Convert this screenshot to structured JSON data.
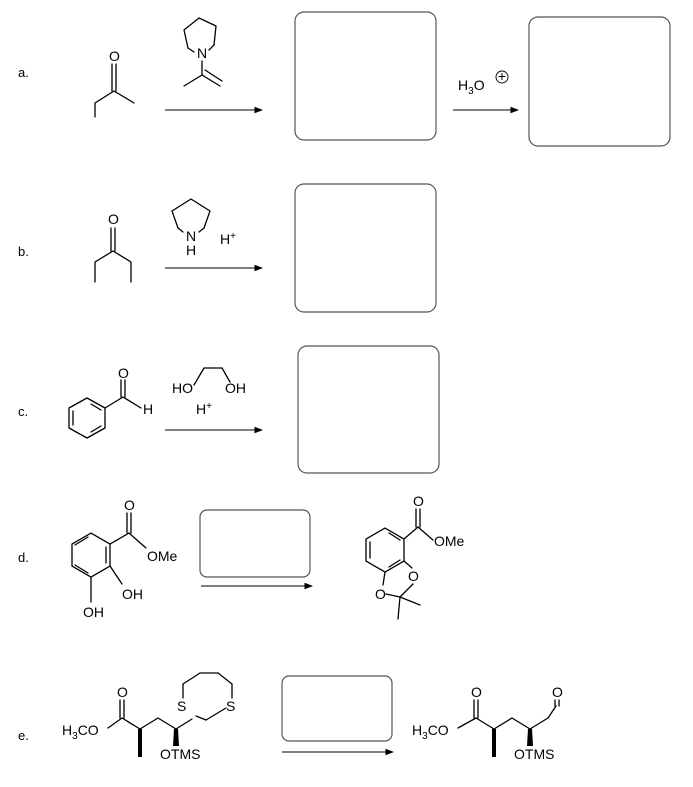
{
  "problems": {
    "a": {
      "label": "a.",
      "reagent_n": "N",
      "step2_reagent": {
        "prefix": "H",
        "sub": "3",
        "suffix": "O",
        "charge": "+"
      }
    },
    "b": {
      "label": "b.",
      "reagent_n": "N",
      "reagent_h": "H",
      "acid": "H",
      "acid_sup": "+"
    },
    "c": {
      "label": "c.",
      "aldehyde_o": "O",
      "aldehyde_h": "H",
      "diol_left": "HO",
      "diol_right": "OH",
      "acid": "H",
      "acid_sup": "+"
    },
    "d": {
      "label": "d.",
      "start_o": "O",
      "start_ome": "OMe",
      "start_oh1": "OH",
      "start_oh2": "OH",
      "product_o": "O",
      "product_ome": "OMe",
      "product_ring_o1": "O",
      "product_ring_o2": "O"
    },
    "e": {
      "label": "e.",
      "start_meo": {
        "prefix": "H",
        "sub": "3",
        "suffix": "CO"
      },
      "start_o": "O",
      "s1": "S",
      "s2": "S",
      "start_otms": "OTMS",
      "product_meo": {
        "prefix": "H",
        "sub": "3",
        "suffix": "CO"
      },
      "product_o1": "O",
      "product_o2": "O",
      "product_otms": "OTMS"
    }
  }
}
